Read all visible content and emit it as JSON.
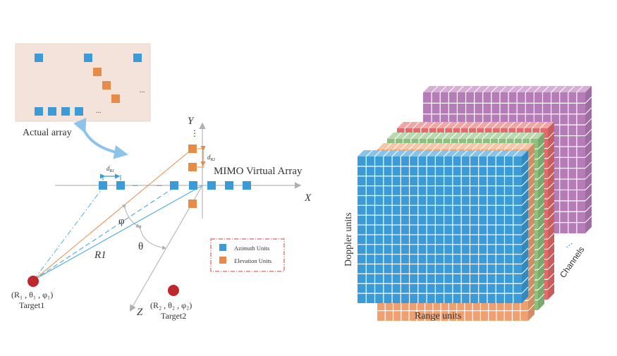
{
  "left_diagram": {
    "actual_array_label": "Actual array",
    "actual_array_dots": "...",
    "virtual_array_label": "MIMO Virtual Array",
    "axis_x": "X",
    "axis_y": "Y",
    "axis_z": "Z",
    "ellipsis_h": "...",
    "ellipsis_v": "⋮",
    "d_r1": "d",
    "d_r1_sub": "R1",
    "d_r2": "d",
    "d_r2_sub": "R2",
    "angle_phi": "φ",
    "angle_theta": "θ",
    "range_label": "R1",
    "target1": {
      "coords": "(R₁ , θ₁ , φ₁)",
      "name": "Target1"
    },
    "target2": {
      "coords": "(R₂ , θ₂ , φ₂)",
      "name": "Target2"
    },
    "legend": [
      {
        "label": "Azimuth Units",
        "color": "#3a9bd8"
      },
      {
        "label": "Elevation Units",
        "color": "#e88b48"
      }
    ]
  },
  "right_diagram": {
    "doppler_label": "Doppler units",
    "range_label": "Range units",
    "channels_label": "Channels",
    "channels_dots": "...",
    "layers": [
      {
        "name": "purple",
        "color": "#b57cb8"
      },
      {
        "name": "red",
        "color": "#e26a6a"
      },
      {
        "name": "green",
        "color": "#8cc07c"
      },
      {
        "name": "orange",
        "color": "#f0a070"
      },
      {
        "name": "blue",
        "color": "#3a9bd8"
      }
    ]
  },
  "colors": {
    "azimuth": "#3a9bd8",
    "elevation": "#e88b48",
    "target": "#c0272d",
    "axis": "#b0b0b0",
    "actual_bg": "#f3e3da",
    "legend_border": "#e03a3a"
  }
}
